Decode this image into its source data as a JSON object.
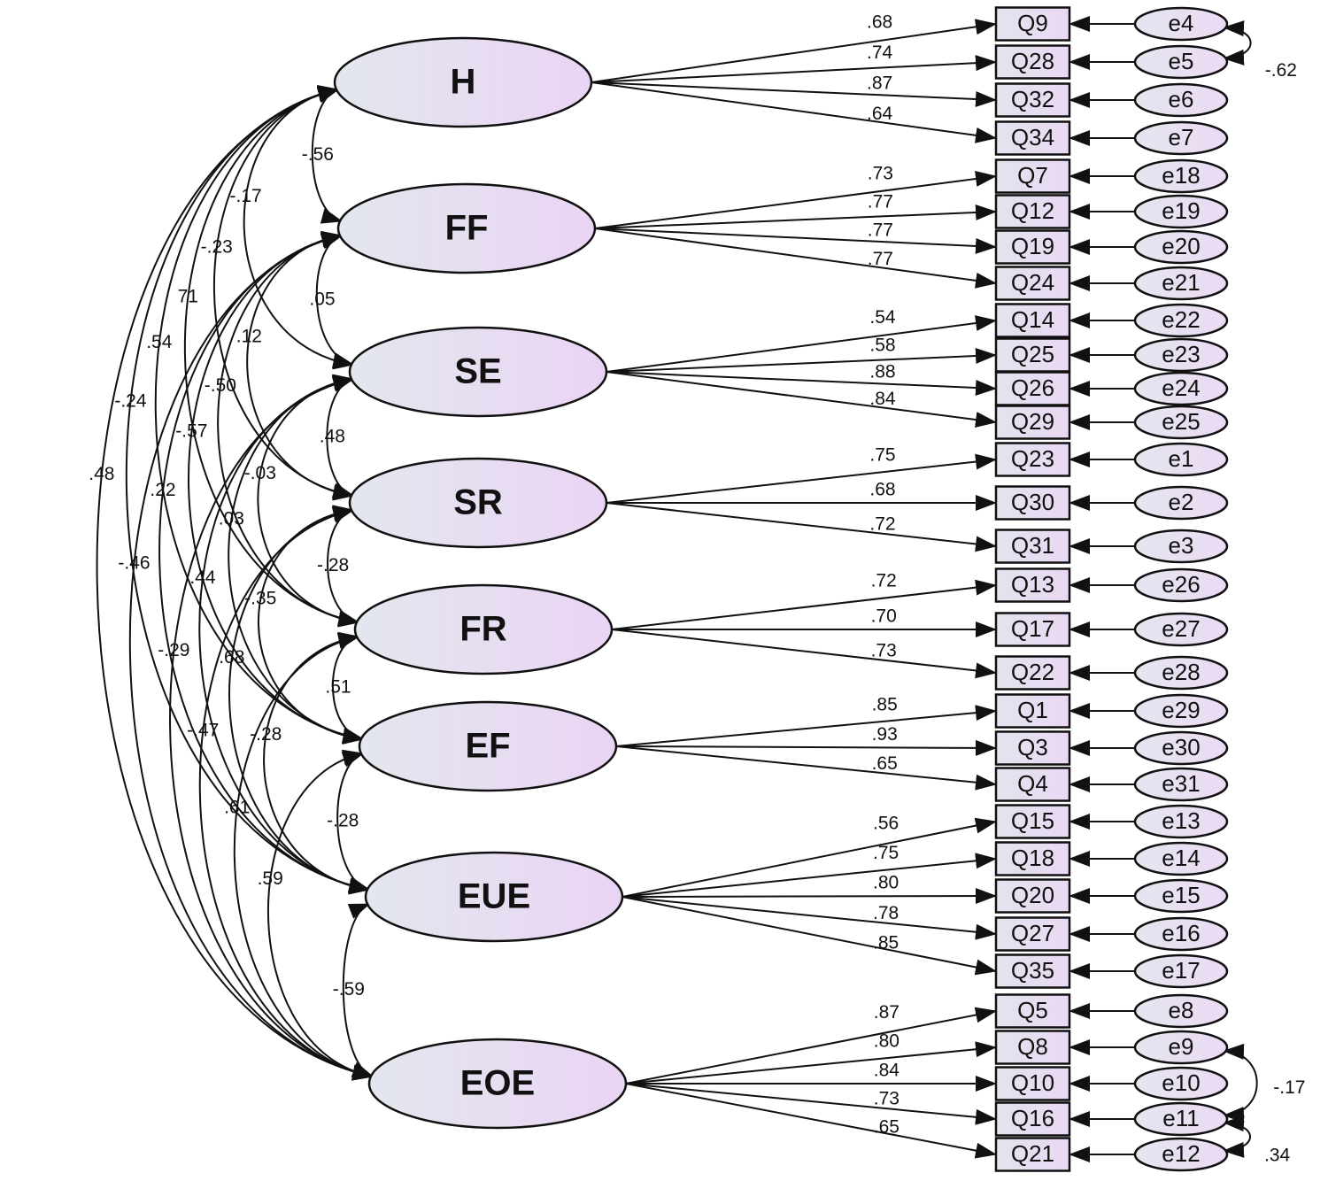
{
  "diagram": {
    "latents": [
      {
        "id": "H",
        "label": "H"
      },
      {
        "id": "FF",
        "label": "FF"
      },
      {
        "id": "SE",
        "label": "SE"
      },
      {
        "id": "SR",
        "label": "SR"
      },
      {
        "id": "FR",
        "label": "FR"
      },
      {
        "id": "EF",
        "label": "EF"
      },
      {
        "id": "EUE",
        "label": "EUE"
      },
      {
        "id": "EOE",
        "label": "EOE"
      }
    ],
    "loadings": [
      {
        "latent": "H",
        "item": "Q9",
        "error": "e4",
        "coef": ".68"
      },
      {
        "latent": "H",
        "item": "Q28",
        "error": "e5",
        "coef": ".74"
      },
      {
        "latent": "H",
        "item": "Q32",
        "error": "e6",
        "coef": ".87"
      },
      {
        "latent": "H",
        "item": "Q34",
        "error": "e7",
        "coef": ".64"
      },
      {
        "latent": "FF",
        "item": "Q7",
        "error": "e18",
        "coef": ".73"
      },
      {
        "latent": "FF",
        "item": "Q12",
        "error": "e19",
        "coef": ".77"
      },
      {
        "latent": "FF",
        "item": "Q19",
        "error": "e20",
        "coef": ".77"
      },
      {
        "latent": "FF",
        "item": "Q24",
        "error": "e21",
        "coef": ".77"
      },
      {
        "latent": "SE",
        "item": "Q14",
        "error": "e22",
        "coef": ".54"
      },
      {
        "latent": "SE",
        "item": "Q25",
        "error": "e23",
        "coef": ".58"
      },
      {
        "latent": "SE",
        "item": "Q26",
        "error": "e24",
        "coef": ".88"
      },
      {
        "latent": "SE",
        "item": "Q29",
        "error": "e25",
        "coef": ".84"
      },
      {
        "latent": "SR",
        "item": "Q23",
        "error": "e1",
        "coef": ".75"
      },
      {
        "latent": "SR",
        "item": "Q30",
        "error": "e2",
        "coef": ".68"
      },
      {
        "latent": "SR",
        "item": "Q31",
        "error": "e3",
        "coef": ".72"
      },
      {
        "latent": "FR",
        "item": "Q13",
        "error": "e26",
        "coef": ".72"
      },
      {
        "latent": "FR",
        "item": "Q17",
        "error": "e27",
        "coef": ".70"
      },
      {
        "latent": "FR",
        "item": "Q22",
        "error": "e28",
        "coef": ".73"
      },
      {
        "latent": "EF",
        "item": "Q1",
        "error": "e29",
        "coef": ".85"
      },
      {
        "latent": "EF",
        "item": "Q3",
        "error": "e30",
        "coef": ".93"
      },
      {
        "latent": "EF",
        "item": "Q4",
        "error": "e31",
        "coef": ".65"
      },
      {
        "latent": "EUE",
        "item": "Q15",
        "error": "e13",
        "coef": ".56"
      },
      {
        "latent": "EUE",
        "item": "Q18",
        "error": "e14",
        "coef": ".75"
      },
      {
        "latent": "EUE",
        "item": "Q20",
        "error": "e15",
        "coef": ".80"
      },
      {
        "latent": "EUE",
        "item": "Q27",
        "error": "e16",
        "coef": ".78"
      },
      {
        "latent": "EUE",
        "item": "Q35",
        "error": "e17",
        "coef": ".85"
      },
      {
        "latent": "EOE",
        "item": "Q5",
        "error": "e8",
        "coef": ".87"
      },
      {
        "latent": "EOE",
        "item": "Q8",
        "error": "e9",
        "coef": ".80"
      },
      {
        "latent": "EOE",
        "item": "Q10",
        "error": "e10",
        "coef": ".84"
      },
      {
        "latent": "EOE",
        "item": "Q16",
        "error": "e11",
        "coef": ".73"
      },
      {
        "latent": "EOE",
        "item": "Q21",
        "error": "e12",
        "coef": ".65"
      }
    ],
    "correlations": [
      {
        "from": "H",
        "to": "FF",
        "coef": "-.56"
      },
      {
        "from": "H",
        "to": "SE",
        "coef": "-.17"
      },
      {
        "from": "H",
        "to": "SR",
        "coef": "-.23"
      },
      {
        "from": "H",
        "to": "FR",
        "coef": "71"
      },
      {
        "from": "H",
        "to": "EF",
        "coef": ".54"
      },
      {
        "from": "H",
        "to": "EUE",
        "coef": "-.24"
      },
      {
        "from": "H",
        "to": "EOE",
        "coef": ".48"
      },
      {
        "from": "FF",
        "to": "SE",
        "coef": ".05"
      },
      {
        "from": "FF",
        "to": "SR",
        "coef": ".12"
      },
      {
        "from": "FF",
        "to": "FR",
        "coef": "-.50"
      },
      {
        "from": "FF",
        "to": "EF",
        "coef": "-.57"
      },
      {
        "from": "FF",
        "to": "EUE",
        "coef": ".22"
      },
      {
        "from": "FF",
        "to": "EOE",
        "coef": "-.46"
      },
      {
        "from": "SE",
        "to": "SR",
        "coef": ".48"
      },
      {
        "from": "SE",
        "to": "FR",
        "coef": "-.03"
      },
      {
        "from": "SE",
        "to": "EF",
        "coef": ".03"
      },
      {
        "from": "SE",
        "to": "EUE",
        "coef": ".44"
      },
      {
        "from": "SE",
        "to": "EOE",
        "coef": "-.29"
      },
      {
        "from": "SR",
        "to": "FR",
        "coef": "-.28"
      },
      {
        "from": "SR",
        "to": "EF",
        "coef": "-.35"
      },
      {
        "from": "SR",
        "to": "EUE",
        "coef": ".68"
      },
      {
        "from": "SR",
        "to": "EOE",
        "coef": "-.47"
      },
      {
        "from": "FR",
        "to": "EF",
        "coef": ".51"
      },
      {
        "from": "FR",
        "to": "EUE",
        "coef": "-.28"
      },
      {
        "from": "FR",
        "to": "EOE",
        "coef": ".61"
      },
      {
        "from": "EF",
        "to": "EUE",
        "coef": "-.28"
      },
      {
        "from": "EF",
        "to": "EOE",
        "coef": ".59"
      },
      {
        "from": "EUE",
        "to": "EOE",
        "coef": "-.59"
      }
    ],
    "error_covariances": [
      {
        "from": "e4",
        "to": "e5",
        "coef": "-.62"
      },
      {
        "from": "e9",
        "to": "e11",
        "coef": "-.17"
      },
      {
        "from": "e11",
        "to": "e12",
        "coef": ".34"
      }
    ],
    "colors": {
      "latent_fill_left": "#e3e7ee",
      "latent_fill_right": "#ead4f4",
      "box_fill": "#e6dff0",
      "error_fill": "#e8e0f2",
      "stroke": "#111111"
    }
  }
}
